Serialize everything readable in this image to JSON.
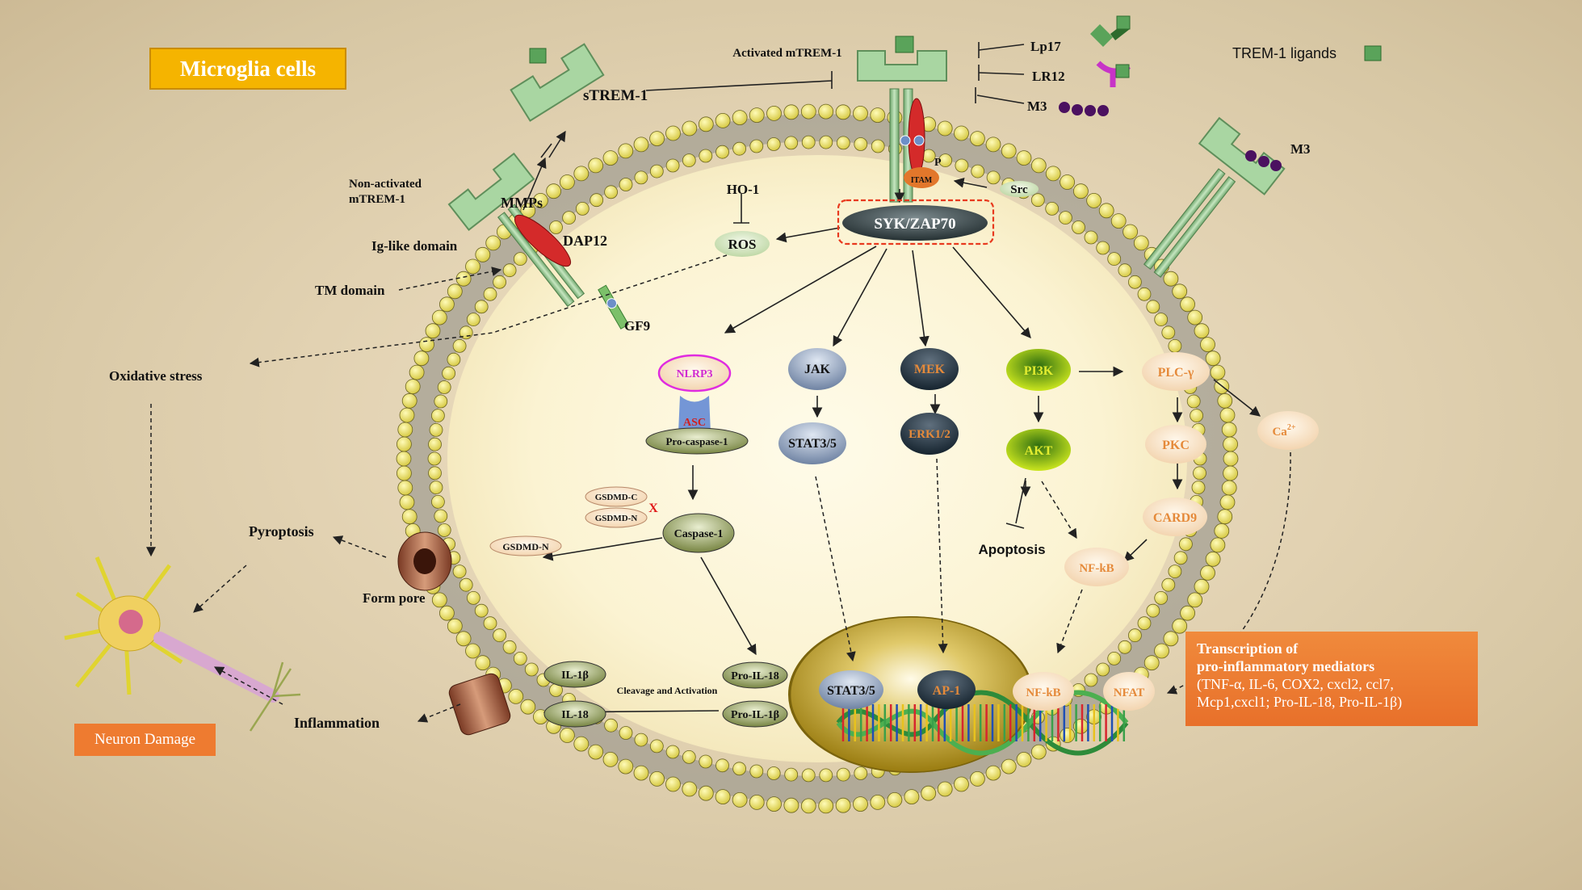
{
  "title": "Microglia cells",
  "ligands": {
    "label": "TREM-1 ligands",
    "lp17": "Lp17",
    "lr12": "LR12",
    "m3": "M3",
    "m3_right": "M3"
  },
  "receptors": {
    "activated": "Activated mTREM-1",
    "soluble": "sTREM-1",
    "non_activated": "Non-activated\nmTREM-1",
    "mmps": "MMPs",
    "dap12": "DAP12",
    "ig_like": "Ig-like domain",
    "tm_domain": "TM domain",
    "gf9": "GF9",
    "p": "P",
    "itam": "ITAM",
    "src": "Src"
  },
  "nodes": {
    "syk": "SYK/ZAP70",
    "ho1": "HO-1",
    "ros": "ROS",
    "nlrp3": "NLRP3",
    "asc": "ASC",
    "pro_caspase": "Pro-caspase-1",
    "jak": "JAK",
    "stat": "STAT3/5",
    "mek": "MEK",
    "erk": "ERK1/2",
    "pi3k": "PI3K",
    "akt": "AKT",
    "plc": "PLC-γ",
    "pkc": "PKC",
    "card9": "CARD9",
    "ca": "Ca",
    "ca_sup": "2+",
    "nfkb": "NF-kB",
    "apoptosis": "Apoptosis",
    "gsdmd_c": "GSDMD-C",
    "gsdmd_n_top": "GSDMD-N",
    "gsdmd_n": "GSDMD-N",
    "x_mark": "X",
    "caspase1": "Caspase-1",
    "pro_il18": "Pro-IL-18",
    "pro_il1b": "Pro-IL-1β",
    "il1b": "IL-1β",
    "il18": "IL-18",
    "cleavage": "Cleavage and Activation",
    "form_pore": "Form pore"
  },
  "nucleus": {
    "stat": "STAT3/5",
    "ap1": "AP-1",
    "nfkb": "NF-kB",
    "nfat": "NFAT"
  },
  "outcomes": {
    "oxidative_stress": "Oxidative stress",
    "pyroptosis": "Pyroptosis",
    "inflammation": "Inflammation",
    "neuron_damage": "Neuron Damage"
  },
  "transcription": {
    "heading_line1": "Transcription of",
    "heading_line2": " pro-inflammatory mediators",
    "list_line1": "(TNF-α, IL-6, COX2, cxcl2, ccl7,",
    "list_line2": "Mcp1,cxcl1; Pro-IL-18, Pro-IL-1β)"
  },
  "colors": {
    "title_bg": "#f5b400",
    "membrane_head": "#f2e56a",
    "receptor_green": "#9fcf9a",
    "ligand_green": "#5aa35a",
    "dap12_red": "#d42a2a",
    "m3_purple": "#4b1160",
    "lr12_magenta": "#c733c7",
    "nucleus_gold": "#b89a22",
    "orange_box": "#ee7b30"
  }
}
